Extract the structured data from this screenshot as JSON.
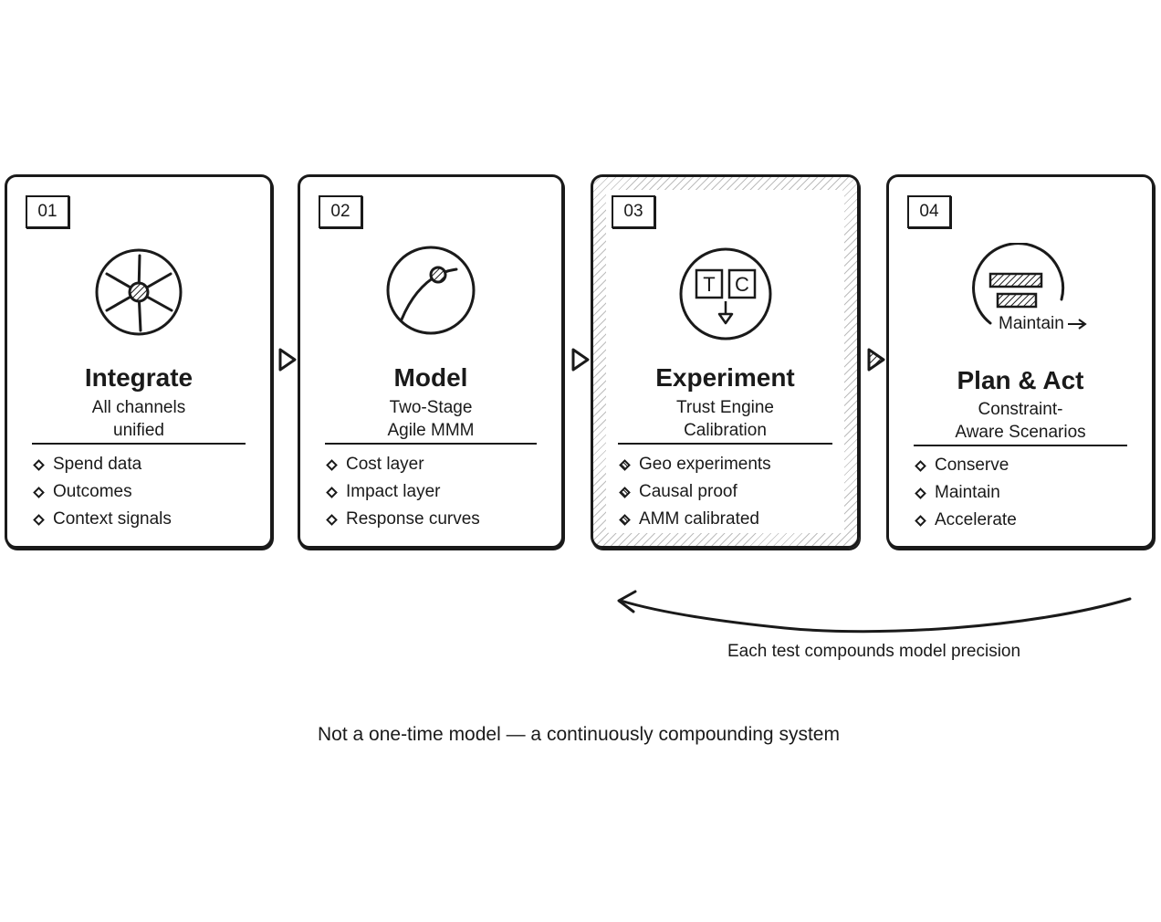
{
  "steps": [
    {
      "number": "01",
      "title": "Integrate",
      "subtitle_lines": [
        "All channels",
        "unified"
      ],
      "items": [
        "Spend data",
        "Outcomes",
        "Context signals"
      ],
      "icon": "hub-spokes-icon",
      "highlighted": false
    },
    {
      "number": "02",
      "title": "Model",
      "subtitle_lines": [
        "Two-Stage",
        "Agile MMM"
      ],
      "items": [
        "Cost layer",
        "Impact layer",
        "Response curves"
      ],
      "icon": "response-curve-icon",
      "highlighted": false
    },
    {
      "number": "03",
      "title": "Experiment",
      "subtitle_lines": [
        "Trust Engine",
        "Calibration"
      ],
      "items": [
        "Geo experiments",
        "Causal proof",
        "AMM calibrated"
      ],
      "icon": "test-control-icon",
      "icon_labels": [
        "T",
        "C"
      ],
      "highlighted": true
    },
    {
      "number": "04",
      "title": "Plan & Act",
      "subtitle_lines": [
        "Constraint-",
        "Aware Scenarios"
      ],
      "items": [
        "Conserve",
        "Maintain",
        "Accelerate"
      ],
      "icon": "scenario-bars-icon",
      "icon_label": "Maintain",
      "highlighted": false
    }
  ],
  "feedback_loop": {
    "label": "Each test compounds model precision",
    "icon": "curved-arrow-left-icon"
  },
  "footer": "Not a one-time model — a continuously compounding system",
  "colors": {
    "ink": "#1a1a1a",
    "hatch": "#bdbdbd",
    "background": "#ffffff"
  }
}
